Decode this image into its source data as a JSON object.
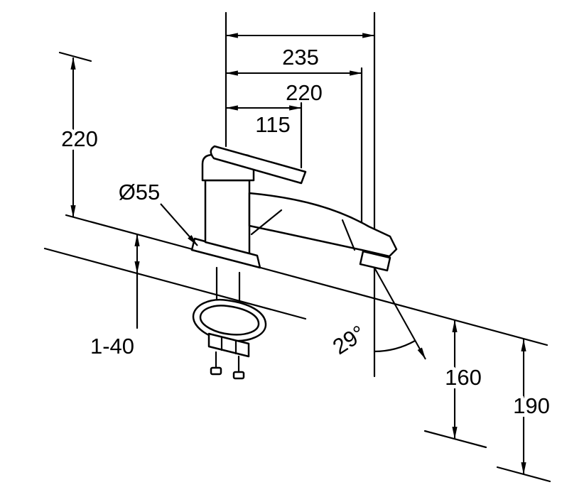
{
  "colors": {
    "ink": "#000000",
    "paper": "#ffffff"
  },
  "dimensions": {
    "overall_depth": "235",
    "spout_reach": "220",
    "lever_length": "115",
    "body_height": "220",
    "base_diameter": "Ø55",
    "deck_thickness": "1-40",
    "spray_angle": "29°",
    "outlet_height": "160",
    "tip_height": "190"
  }
}
